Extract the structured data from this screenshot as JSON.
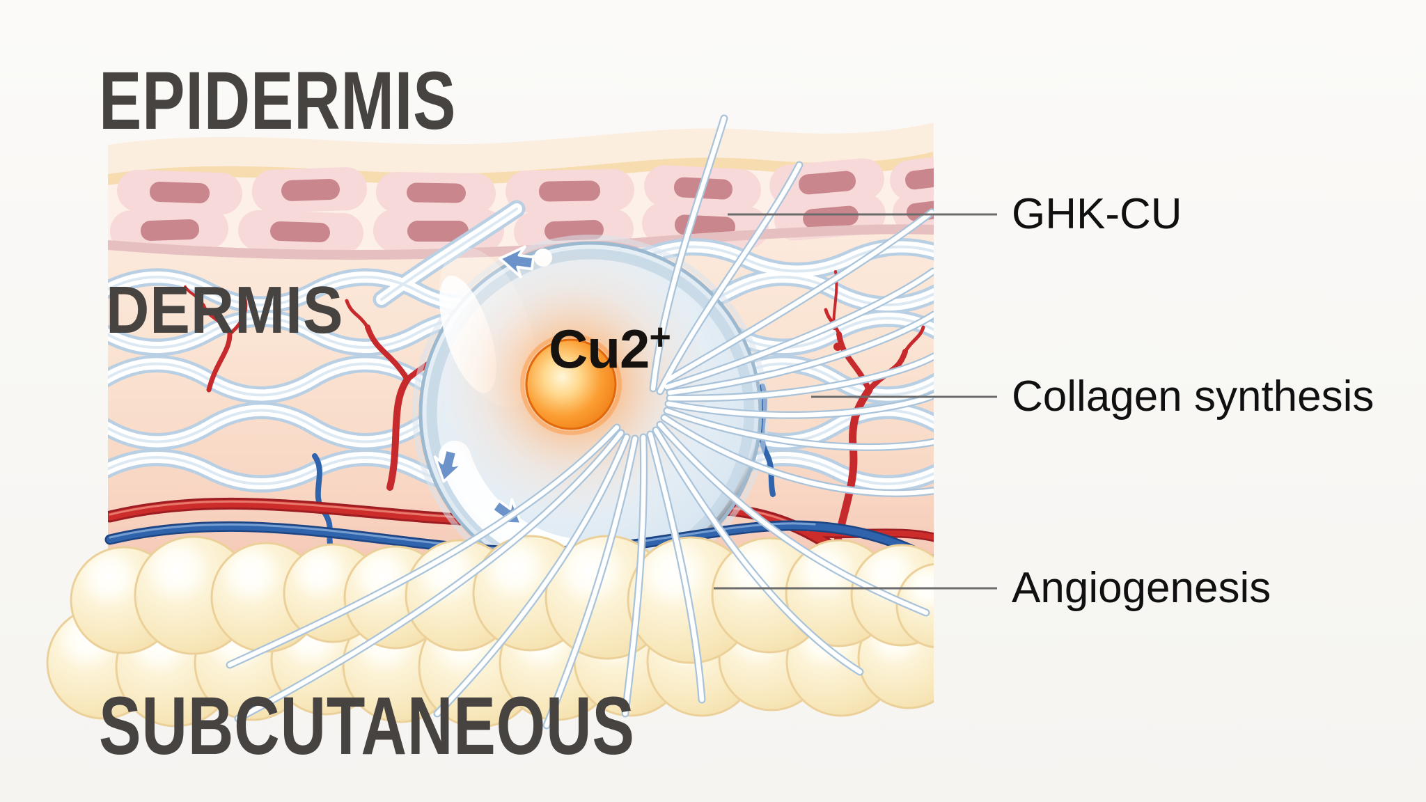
{
  "figure": {
    "type": "skin-cross-section-diagram",
    "subject": "GHK-CU copper peptide action in skin",
    "layer_labels": {
      "epidermis": "EPIDERMIS",
      "dermis": "DERMIS",
      "subcutaneous": "SUBCUTANEOUS"
    },
    "center_molecule": {
      "name": "copper-ion",
      "label": "Cu2",
      "charge": "+"
    },
    "callouts": [
      {
        "label": "GHK-CU"
      },
      {
        "label": "Collagen synthesis"
      },
      {
        "label": "Angiogenesis"
      }
    ],
    "colors": {
      "background": "#f8f7f4",
      "layer_label_text": "#474340",
      "callout_text": "#101010",
      "connector_line": "#6b6b6b",
      "artery_red": "#cc2d2b",
      "vein_blue": "#2f64ad",
      "capillary_red": "#c62a2c",
      "collagen_fiber_edge": "#a9c3da",
      "cell_membrane_blue": "#9db9d0",
      "copper_orange": "#f68b1f",
      "glow_orange": "#ff8a28",
      "fat_cell_cream": "#f9ecc4",
      "epidermis_cell_pink": "#f6d9d8",
      "epidermis_nucleus_rose": "#c9868d",
      "stratum_corneum_cream": "#fceede",
      "stratum_tan": "#f6dcae",
      "dermis_peach": "#fae3d2",
      "subcutis_salmon": "#f5c6b6"
    }
  }
}
